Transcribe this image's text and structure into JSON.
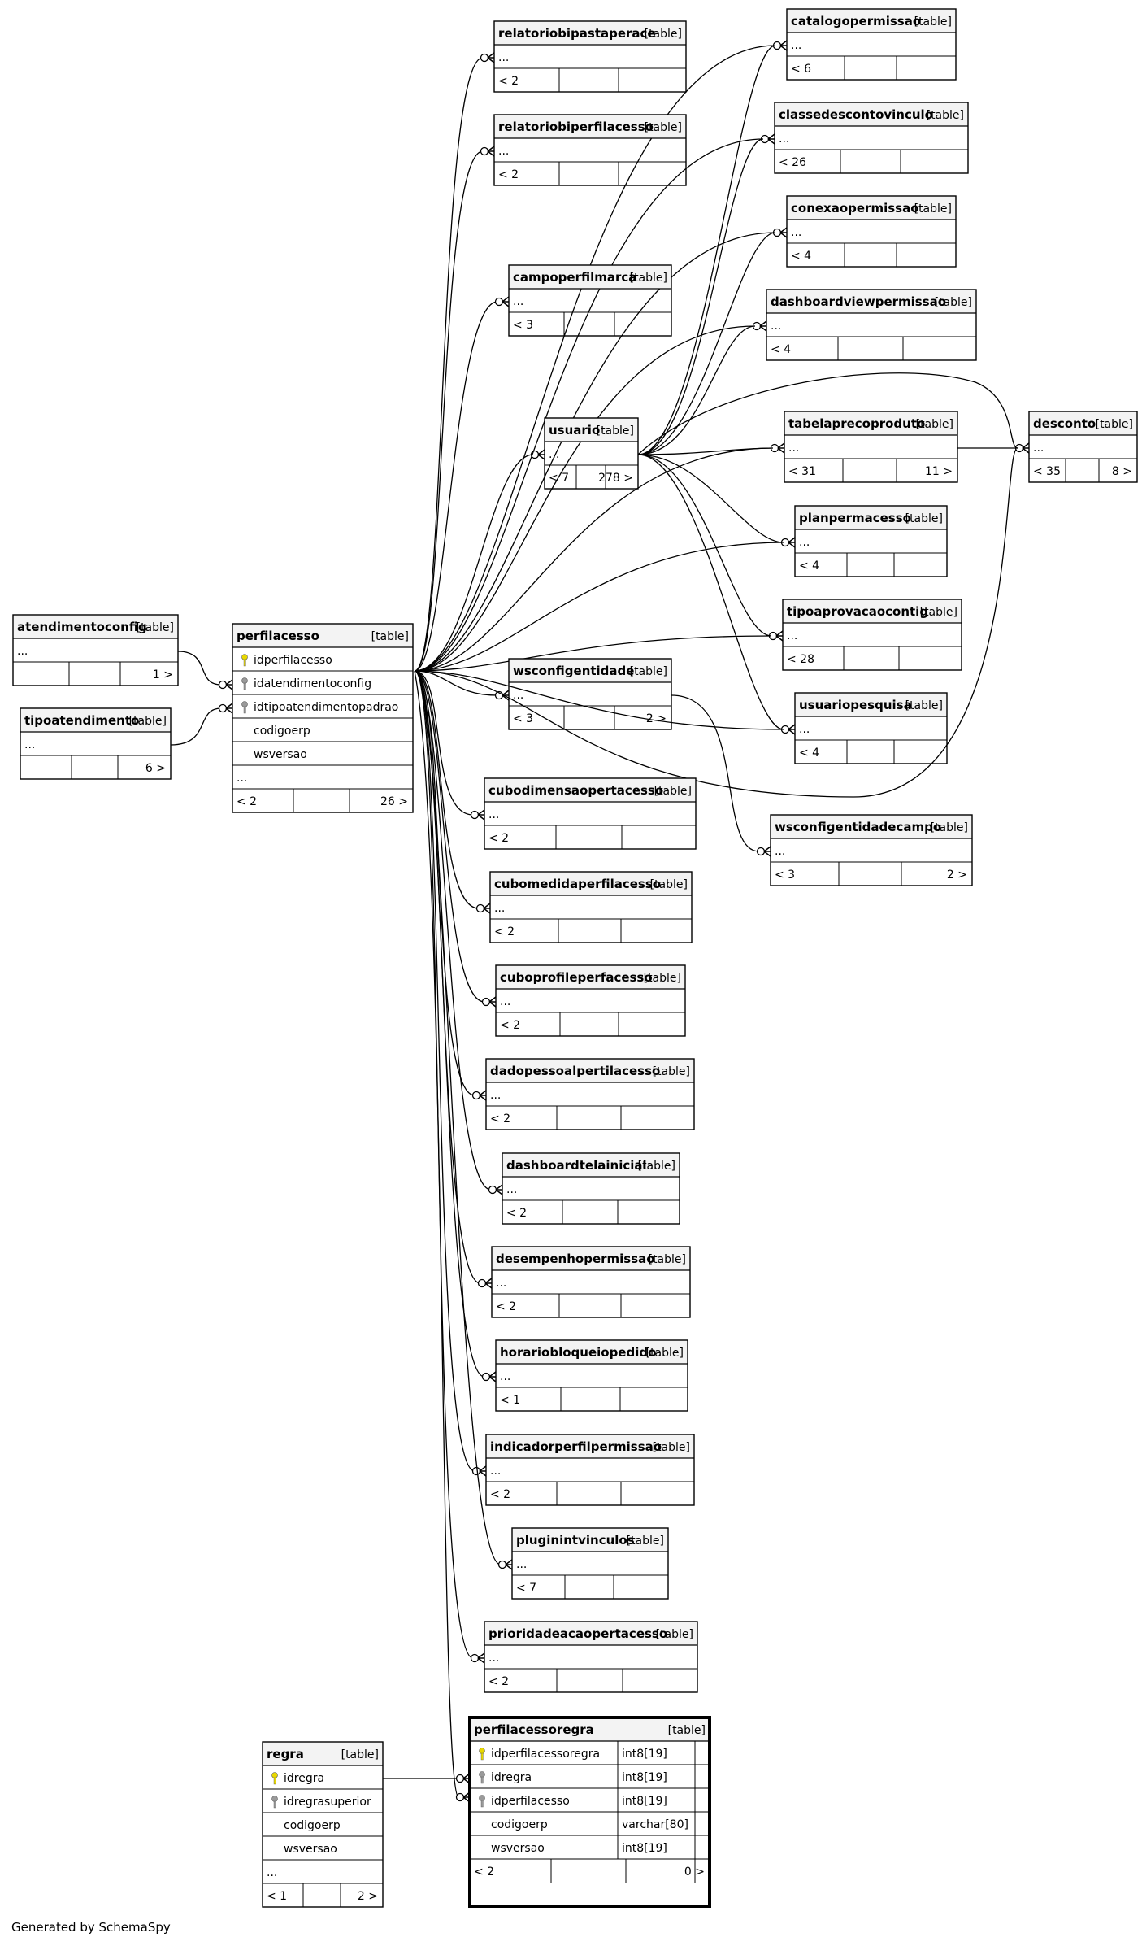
{
  "footer": "Generated by SchemaSpy",
  "table_tag": "[table]",
  "ellipsis": "...",
  "focus_table": "perfilacessoregra",
  "tables": [
    {
      "id": "relatoriobipastaperace",
      "title": "relatoriobipastaperace",
      "children": "< 2",
      "parents": ""
    },
    {
      "id": "relatoriobiperfilacesso",
      "title": "relatoriobiperfilacesso",
      "children": "< 2",
      "parents": ""
    },
    {
      "id": "campoperfilmarca",
      "title": "campoperfilmarca",
      "children": "< 3",
      "parents": ""
    },
    {
      "id": "usuario",
      "title": "usuario",
      "children": "< 7",
      "parents": "278 >"
    },
    {
      "id": "catalogopermissao",
      "title": "catalogopermissao",
      "children": "< 6",
      "parents": ""
    },
    {
      "id": "classedescontovinculo",
      "title": "classedescontovinculo",
      "children": "< 26",
      "parents": ""
    },
    {
      "id": "conexaopermissao",
      "title": "conexaopermissao",
      "children": "< 4",
      "parents": ""
    },
    {
      "id": "dashboardviewpermissao",
      "title": "dashboardviewpermissao",
      "children": "< 4",
      "parents": ""
    },
    {
      "id": "tabelaprecoproduto",
      "title": "tabelaprecoproduto",
      "children": "< 31",
      "parents": "11 >"
    },
    {
      "id": "desconto",
      "title": "desconto",
      "children": "< 35",
      "parents": "8 >"
    },
    {
      "id": "planpermacesso",
      "title": "planpermacesso",
      "children": "< 4",
      "parents": ""
    },
    {
      "id": "tipoaprovacaocontig",
      "title": "tipoaprovacaocontig",
      "children": "< 28",
      "parents": ""
    },
    {
      "id": "usuariopesquisa",
      "title": "usuariopesquisa",
      "children": "< 4",
      "parents": ""
    },
    {
      "id": "wsconfigentidade",
      "title": "wsconfigentidade",
      "children": "< 3",
      "parents": "2 >"
    },
    {
      "id": "wsconfigentidadecampo",
      "title": "wsconfigentidadecampo",
      "children": "< 3",
      "parents": "2 >"
    },
    {
      "id": "atendimentoconfig",
      "title": "atendimentoconfig",
      "children": "",
      "parents": "1 >"
    },
    {
      "id": "tipoatendimento",
      "title": "tipoatendimento",
      "children": "",
      "parents": "6 >"
    },
    {
      "id": "cubodimensaopertacesso",
      "title": "cubodimensaopertacesso",
      "children": "< 2",
      "parents": ""
    },
    {
      "id": "cubomedidaperfilacesso",
      "title": "cubomedidaperfilacesso",
      "children": "< 2",
      "parents": ""
    },
    {
      "id": "cuboprofileperfacesso",
      "title": "cuboprofileperfacesso",
      "children": "< 2",
      "parents": ""
    },
    {
      "id": "dadopessoalpertilacesso",
      "title": "dadopessoalpertilacesso",
      "children": "< 2",
      "parents": ""
    },
    {
      "id": "dashboardtelainicial",
      "title": "dashboardtelainicial",
      "children": "< 2",
      "parents": ""
    },
    {
      "id": "desempenhopermissao",
      "title": "desempenhopermissao",
      "children": "< 2",
      "parents": ""
    },
    {
      "id": "horariobloqueiopedido",
      "title": "horariobloqueiopedido",
      "children": "< 1",
      "parents": ""
    },
    {
      "id": "indicadorperfilpermissao",
      "title": "indicadorperfilpermissao",
      "children": "< 2",
      "parents": ""
    },
    {
      "id": "pluginintvinculos",
      "title": "pluginintvinculos",
      "children": "< 7",
      "parents": ""
    },
    {
      "id": "prioridadeacaopertacesso",
      "title": "prioridadeacaopertacesso",
      "children": "< 2",
      "parents": ""
    }
  ],
  "perfilacesso": {
    "title": "perfilacesso",
    "columns": [
      {
        "name": "idperfilacesso",
        "key": "primary"
      },
      {
        "name": "idatendimentoconfig",
        "key": "foreign"
      },
      {
        "name": "idtipoatendimentopadrao",
        "key": "foreign"
      },
      {
        "name": "codigoerp",
        "key": ""
      },
      {
        "name": "wsversao",
        "key": ""
      }
    ],
    "children": "< 2",
    "parents": "26 >"
  },
  "regra": {
    "title": "regra",
    "columns": [
      {
        "name": "idregra",
        "key": "primary"
      },
      {
        "name": "idregrasuperior",
        "key": "foreign"
      },
      {
        "name": "codigoerp",
        "key": ""
      },
      {
        "name": "wsversao",
        "key": ""
      }
    ],
    "children": "< 1",
    "parents": "2 >"
  },
  "perfilacessoregra": {
    "title": "perfilacessoregra",
    "columns": [
      {
        "name": "idperfilacessoregra",
        "key": "primary",
        "type": "int8[19]"
      },
      {
        "name": "idregra",
        "key": "foreign",
        "type": "int8[19]"
      },
      {
        "name": "idperfilacesso",
        "key": "foreign",
        "type": "int8[19]"
      },
      {
        "name": "codigoerp",
        "key": "",
        "type": "varchar[80]"
      },
      {
        "name": "wsversao",
        "key": "",
        "type": "int8[19]"
      }
    ],
    "children": "< 2",
    "parents": "0 >"
  },
  "colors": {
    "line": "#000000",
    "header": "#f3f3f3",
    "pk": "#e8d800",
    "fk": "#9a9a9a"
  }
}
